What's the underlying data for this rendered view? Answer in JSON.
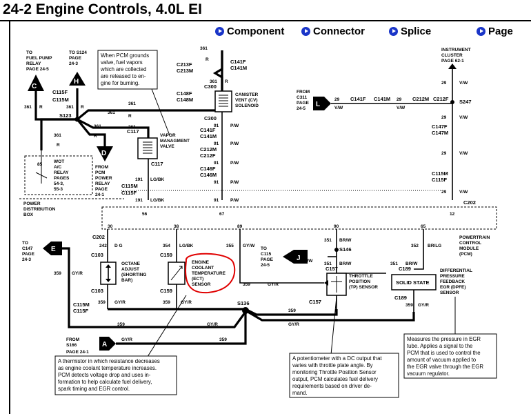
{
  "header": {
    "title": "24-2 Engine Controls, 4.0L EI"
  },
  "nav": [
    {
      "label": "Component",
      "icon": "arrow-icon"
    },
    {
      "label": "Connector",
      "icon": "arrow-icon"
    },
    {
      "label": "Splice",
      "icon": "arrow-icon"
    },
    {
      "label": "Page",
      "icon": "arrow-icon"
    }
  ],
  "refs": {
    "fuel_pump": [
      "TO",
      "FUEL PUMP",
      "RELAY",
      "PAGE 24-5"
    ],
    "s124": [
      "TO S124",
      "PAGE",
      "24-3"
    ],
    "instrument": [
      "INSTRUMENT",
      "CLUSTER",
      "PAGE 62-1"
    ],
    "c311": [
      "FROM",
      "C311",
      "PAGE",
      "24-5"
    ],
    "c147": [
      "TO",
      "C147",
      "PAGE",
      "24-3"
    ],
    "c115": [
      "TO",
      "C115",
      "PAGE",
      "24-5"
    ],
    "s166": [
      "FROM",
      "S166",
      "PAGE 24-1"
    ],
    "pcm_relay": [
      "FROM",
      "PCM",
      "POWER",
      "RELAY",
      "PAGE",
      "24-1"
    ]
  },
  "badges": {
    "C": "C",
    "H": "H",
    "D": "D",
    "L": "L",
    "E": "E",
    "J": "J",
    "A": "A"
  },
  "components": {
    "pdb": [
      "POWER",
      "DISTRIBUTION",
      "BOX"
    ],
    "wot": [
      "WOT",
      "A/C",
      "RELAY",
      "PAGES",
      "54-3,",
      "55-3"
    ],
    "vapor": [
      "VAPOR",
      "MANAGMENT",
      "VALVE"
    ],
    "canister": [
      "CANISTER",
      "VENT (CV)",
      "SOLENOID"
    ],
    "pcm": [
      "POWERTRAIN",
      "CONTROL",
      "MODULE",
      "(PCM)"
    ],
    "octane": [
      "OCTANE",
      "ADJUST",
      "(SHORTING",
      "BAR)"
    ],
    "ect": [
      "ENGINE",
      "COOLANT",
      "TEMPERATURE",
      "(ECT)",
      "SENSOR"
    ],
    "tp": [
      "THROTTLE",
      "POSITION",
      "(TP) SENSOR"
    ],
    "dpfe": [
      "DIFFERENTIAL",
      "PRESSURE",
      "FEEDBACK",
      "EGR (DPFE)",
      "SENSOR"
    ],
    "solid_state": "SOLID STATE"
  },
  "notes": {
    "purge": [
      "When PCM grounds",
      "valve, fuel vapors",
      "which are collected",
      "are released to en-",
      "gine for burning."
    ],
    "ect": [
      "A thermistor in which resistance decreases",
      "as engine coolant temperature increases.",
      "PCM detects voltage drop and uses in-",
      "formation to help calculate fuel delivery,",
      "spark timing and EGR control."
    ],
    "tp": [
      "A potentiometer with a DC output that",
      "varies with throttle plate angle. By",
      "monitoring Throttle Position Sensor",
      "output, PCM calculates fuel delivery",
      "requirements based on driver de-",
      "mand."
    ],
    "dpfe": [
      "Measures the pressure in EGR",
      "tube. Applies a signal to the",
      "PCM that is used to control the",
      "amount of vacuum applied to",
      "the EGR valve through the EGR",
      "vacuum regulator."
    ]
  },
  "connectors": {
    "c213f": "C213F",
    "c213m": "C213M",
    "c141f_top": "C141F",
    "c141m_top": "C141M",
    "c148f": "C148F",
    "c148m": "C148M",
    "c300": "C300",
    "c141f": "C141F",
    "c141m": "C141M",
    "c212m": "C212M",
    "c212f": "C212F",
    "c146f": "C146F",
    "c146m": "C146M",
    "c115f_l": "C115F",
    "c115m_l": "C115M",
    "s123": "S123",
    "c117_top": "C117",
    "c117_bot": "C117",
    "c115m_m": "C115M",
    "c115f_m": "C115F",
    "c141f_r": "C141F",
    "c141m_r": "C141M",
    "c212m_r": "C212M",
    "c212f_r": "C212F",
    "s247": "S247",
    "c147f": "C147F",
    "c147m": "C147M",
    "c115m_r": "C115M",
    "c115f_r": "C115F",
    "c202_top": "C202",
    "c202_l": "C202",
    "c103_t": "C103",
    "c103_b": "C103",
    "c159_t": "C159",
    "c159_b": "C159",
    "s146": "S146",
    "c157_t": "C157",
    "c157_b": "C157",
    "c189_t": "C189",
    "c189_b": "C189",
    "c115m_b": "C115M",
    "c115f_b": "C115F",
    "s136": "S136"
  },
  "wires": {
    "w361": "361",
    "r": "R",
    "w91": "91",
    "pw": "P/W",
    "w191": "191",
    "lgbk": "LG/BK",
    "w29": "29",
    "vw": "V/W",
    "w242": "242",
    "dg": "D G",
    "w354": "354",
    "w355": "355",
    "gyw": "GY/W",
    "w351": "351",
    "brw": "BR/W",
    "w352": "352",
    "brlg": "BR/LG",
    "w359": "359",
    "gyr": "GY/R",
    "w85": "85",
    "w56": "56",
    "w67": "67",
    "w12": "12",
    "w30": "30",
    "w38": "38",
    "w89": "89",
    "w90": "90",
    "w65": "65"
  }
}
